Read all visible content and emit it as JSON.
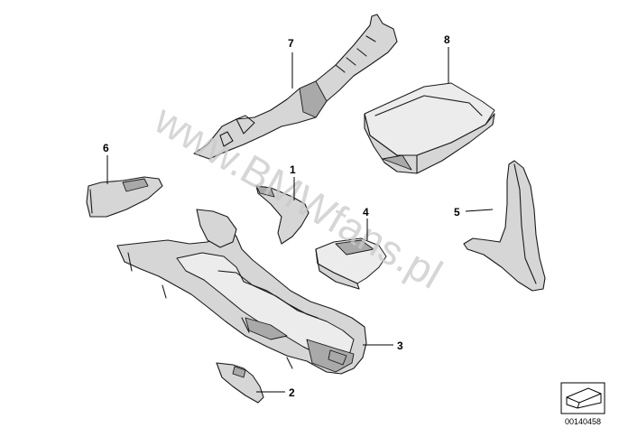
{
  "watermark": "www.BMWfans.pl",
  "callouts": [
    {
      "id": "1",
      "label": "1"
    },
    {
      "id": "2",
      "label": "2"
    },
    {
      "id": "3",
      "label": "3"
    },
    {
      "id": "4",
      "label": "4"
    },
    {
      "id": "5",
      "label": "5"
    },
    {
      "id": "6",
      "label": "6"
    },
    {
      "id": "7",
      "label": "7"
    },
    {
      "id": "8",
      "label": "8"
    }
  ],
  "diagram_number": "00140458",
  "icon": "arrow-corner-icon"
}
